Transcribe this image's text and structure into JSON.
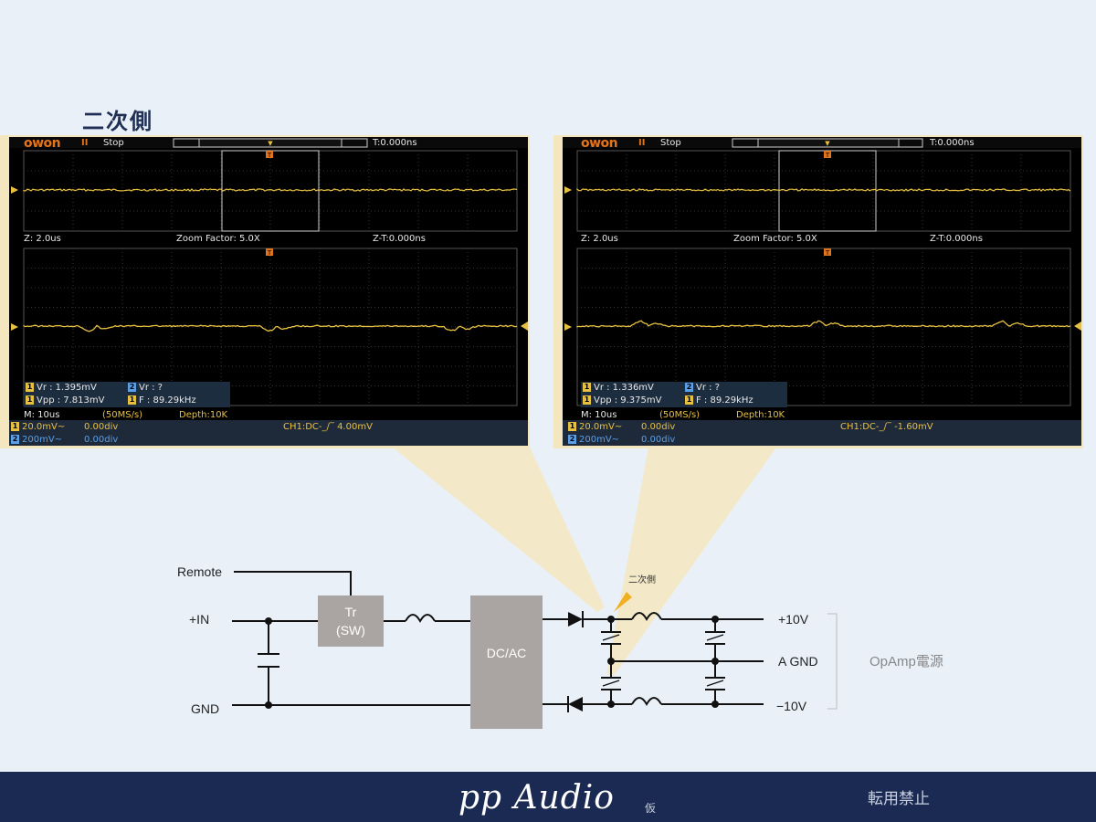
{
  "slide": {
    "title": "二次側"
  },
  "scopes": [
    {
      "brand": "owon",
      "run_symbol": "II",
      "status": "Stop",
      "trigger_time": "T:0.000ns",
      "zoom_time": "Z: 2.0us",
      "zoom_factor": "Zoom Factor: 5.0X",
      "zoom_trigger": "Z-T:0.000ns",
      "timebase": "M: 10us",
      "sample_rate": "(50MS/s)",
      "depth": "Depth:10K",
      "measurements": {
        "ch1_vr": "Vr : 1.395mV",
        "ch2_vr": "Vr :     ?",
        "ch1_vpp": "Vpp : 7.813mV",
        "ch1_f": "F : 89.29kHz"
      },
      "ch1_scale": "20.0mV~",
      "ch1_offset": "0.00div",
      "ch2_scale": "200mV~",
      "ch2_offset": "0.00div",
      "trigger_info": "CH1:DC-_/‾ 4.00mV",
      "dip_direction": "up"
    },
    {
      "brand": "owon",
      "run_symbol": "II",
      "status": "Stop",
      "trigger_time": "T:0.000ns",
      "zoom_time": "Z: 2.0us",
      "zoom_factor": "Zoom Factor: 5.0X",
      "zoom_trigger": "Z-T:0.000ns",
      "timebase": "M: 10us",
      "sample_rate": "(50MS/s)",
      "depth": "Depth:10K",
      "measurements": {
        "ch1_vr": "Vr : 1.336mV",
        "ch2_vr": "Vr :     ?",
        "ch1_vpp": "Vpp : 9.375mV",
        "ch1_f": "F : 89.29kHz"
      },
      "ch1_scale": "20.0mV~",
      "ch1_offset": "0.00div",
      "ch2_scale": "200mV~",
      "ch2_offset": "0.00div",
      "trigger_info": "CH1:DC-_/‾ -1.60mV",
      "dip_direction": "down"
    }
  ],
  "circuit": {
    "remote_label": "Remote",
    "in_plus_label": "+IN",
    "gnd_label": "GND",
    "tr_label": "Tr",
    "sw_label": "(SW)",
    "dcac_label": "DC/AC",
    "probe_label": "二次側",
    "out_plus_label": "+10V",
    "out_agnd_label": "A GND",
    "out_minus_label": "−10V",
    "opamp_label": "OpAmp電源"
  },
  "footer": {
    "brand": "pp Audio",
    "brand_sub": "仮",
    "notice": "転用禁止"
  },
  "colors": {
    "background": "#eaf0f8",
    "footer": "#1b2a52",
    "beam": "#f4e7bf",
    "trace": "#e8c040",
    "ch2": "#5aa0e8",
    "block": "#aaa5a2"
  }
}
